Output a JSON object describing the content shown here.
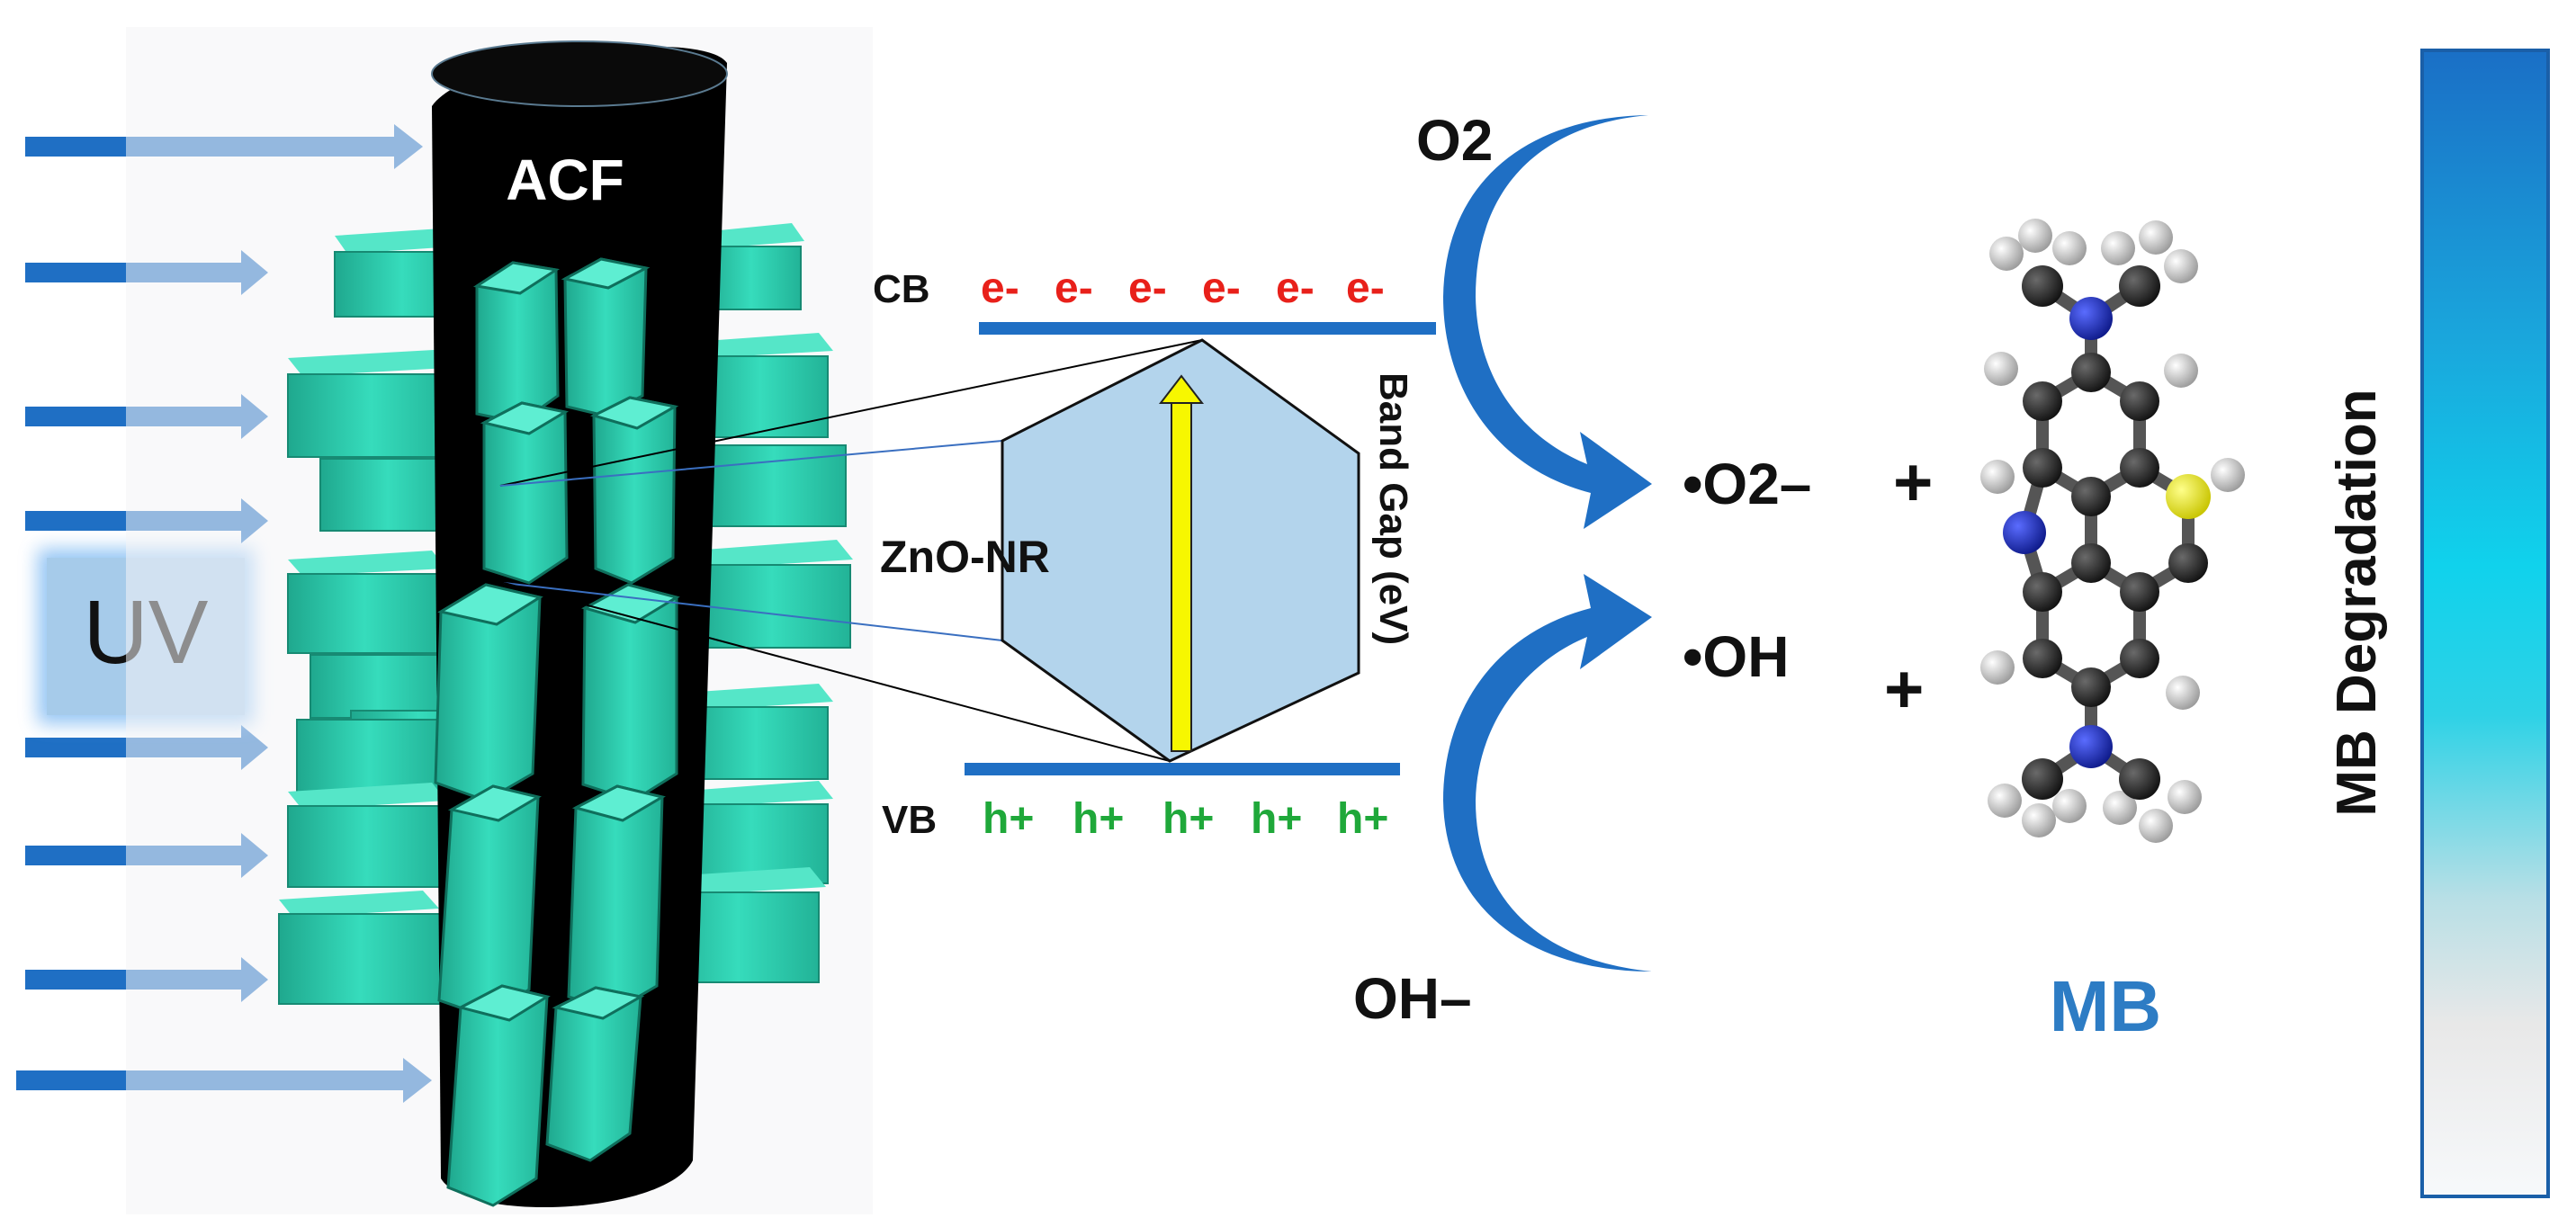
{
  "labels": {
    "uv": "UV",
    "acf": "ACF",
    "cb": "CB",
    "vb": "VB",
    "zno_nr": "ZnO-NR",
    "band_gap": "Band Gap (eV)",
    "o2": "O2",
    "o2_radical": "•O2–",
    "oh_radical": "•OH",
    "oh_minus": "OH–",
    "plus": "+",
    "mb": "MB",
    "mb_degradation": "MB Degradation"
  },
  "electrons": [
    "e-",
    "e-",
    "e-",
    "e-",
    "e-",
    "e-"
  ],
  "holes": [
    "h+",
    "h+",
    "h+",
    "h+",
    "h+"
  ],
  "colors": {
    "arrow_blue": "#1f6fc4",
    "band_line": "#1f6fc4",
    "electron_red": "#e8201a",
    "hole_green": "#1fa83a",
    "mb_blue": "#2d7cc4",
    "nanorod_teal": "#2fd3b4",
    "fiber_black": "#000000",
    "hexagon_fill": "#b3d4ec",
    "band_gap_arrow": "#f7f700",
    "uv_box": "#a6cbea"
  },
  "icons": {
    "uv_arrow": "right-arrow-icon",
    "curved_arrow": "curved-arrow-icon",
    "molecule": "methylene-blue-molecule-icon"
  }
}
